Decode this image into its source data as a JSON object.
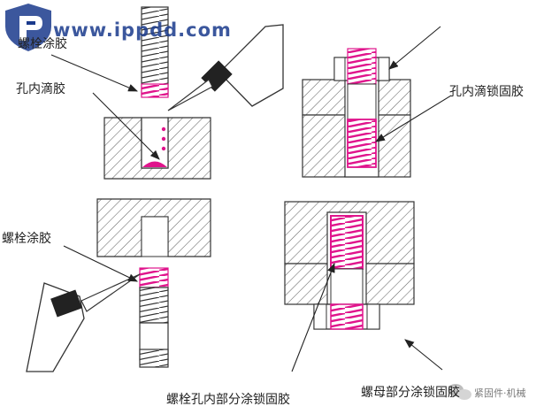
{
  "watermark": {
    "url": "www.ippdd.com",
    "brand_color": "#1a3a8c",
    "icon": "ippdd-shield-logo"
  },
  "labels": {
    "bolt_coat_top": "螺栓涂胶",
    "hole_drip": "孔内滴胶",
    "hole_drip_lock": "孔内滴锁固胶",
    "bolt_coat_bottom": "螺栓涂胶",
    "bolt_hole_part": "螺栓孔内部分涂锁固胶",
    "nut_part": "螺母部分涂锁固胶"
  },
  "credit": {
    "text": "紧固件·机械",
    "icon": "wechat-icon"
  },
  "colors": {
    "adhesive": "#e0148c",
    "hatch": "#555555",
    "line": "#333333",
    "applicator_dark": "#222222"
  }
}
